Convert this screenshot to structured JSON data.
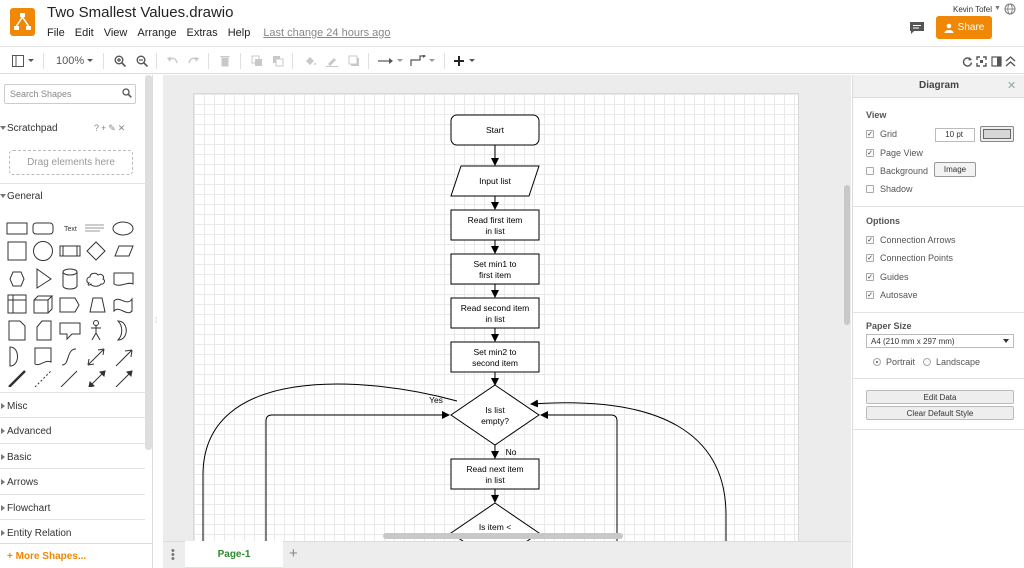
{
  "app": {
    "title": "Two Smallest Values.drawio",
    "menus": [
      "File",
      "Edit",
      "View",
      "Arrange",
      "Extras",
      "Help"
    ],
    "last_change": "Last change 24 hours ago",
    "user": "Kevin Tofel",
    "share_label": "Share",
    "brand_color": "#f08705"
  },
  "toolbar": {
    "zoom": "100%",
    "icons": [
      "format-panel-icon",
      "zoom-in-icon",
      "zoom-out-icon",
      "undo-icon",
      "redo-icon",
      "delete-icon",
      "to-front-icon",
      "to-back-icon",
      "fill-color-icon",
      "line-color-icon",
      "shadow-icon",
      "connection-icon",
      "waypoints-icon",
      "insert-icon",
      "fullscreen-icon",
      "collapse-icon"
    ]
  },
  "left_panel": {
    "search_placeholder": "Search Shapes",
    "scratchpad": "Scratchpad",
    "scratchpad_icons": "?+✎✕",
    "drag_hint": "Drag elements here",
    "general": "General",
    "text_shape_label": "Text",
    "sections": [
      "Misc",
      "Advanced",
      "Basic",
      "Arrows",
      "Flowchart",
      "Entity Relation"
    ],
    "more_shapes": "+ More Shapes..."
  },
  "diagram": {
    "nodes": {
      "start": "Start",
      "input": "Input list",
      "read_first": [
        "Read first item",
        "in list"
      ],
      "set_min1": [
        "Set min1 to",
        "first item"
      ],
      "read_second": [
        "Read second item",
        "in list"
      ],
      "set_min2": [
        "Set min2 to",
        "second item"
      ],
      "is_empty": [
        "Is list",
        "empty?"
      ],
      "read_next": [
        "Read next item",
        "in list"
      ],
      "is_item": "Is item <"
    },
    "edge_labels": {
      "yes": "Yes",
      "no": "No"
    }
  },
  "page_bar": {
    "tab": "Page-1"
  },
  "right_panel": {
    "title": "Diagram",
    "view_section": "View",
    "grid_label": "Grid",
    "grid_checked": true,
    "grid_size": "10 pt",
    "page_view_label": "Page View",
    "page_view_checked": true,
    "background_label": "Background",
    "background_checked": false,
    "image_button": "Image",
    "shadow_label": "Shadow",
    "shadow_checked": false,
    "options_section": "Options",
    "connection_arrows": "Connection Arrows",
    "connection_points": "Connection Points",
    "guides": "Guides",
    "autosave": "Autosave",
    "paper_section": "Paper Size",
    "paper_size": "A4 (210 mm x 297 mm)",
    "portrait": "Portrait",
    "landscape": "Landscape",
    "orientation": "Portrait",
    "edit_data": "Edit Data",
    "clear_style": "Clear Default Style"
  }
}
